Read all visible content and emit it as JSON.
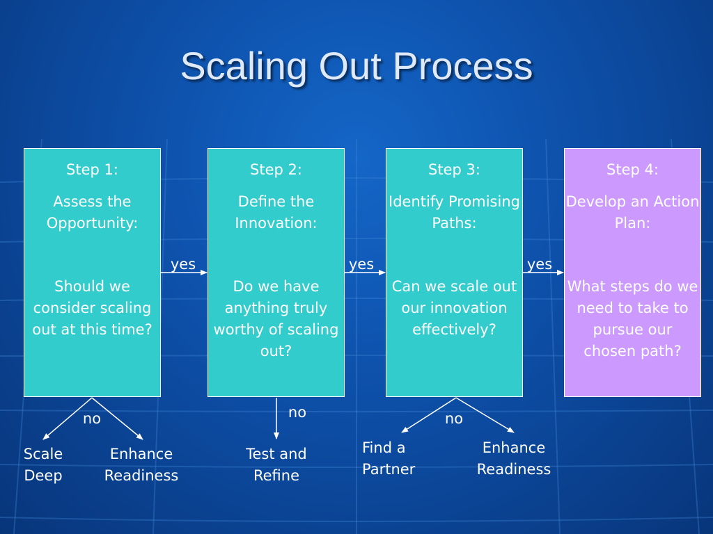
{
  "title": "Scaling Out Process",
  "steps": [
    {
      "label": "Step 1:",
      "heading": "Assess the Opportunity:",
      "question": "Should we consider scaling out at this time?",
      "color": "#33cccc"
    },
    {
      "label": "Step 2:",
      "heading": "Define the Innovation:",
      "question": "Do we have anything truly worthy of scaling out?",
      "color": "#33cccc"
    },
    {
      "label": "Step 3:",
      "heading": "Identify Promising Paths:",
      "question": "Can we scale out our innovation effectively?",
      "color": "#33cccc"
    },
    {
      "label": "Step 4:",
      "heading": "Develop an Action Plan:",
      "question": "What steps do we need to take to pursue our chosen path?",
      "color": "#cc99ff"
    }
  ],
  "yes_labels": [
    "yes",
    "yes",
    "yes"
  ],
  "no_labels": [
    "no",
    "no",
    "no"
  ],
  "outcomes": {
    "step1": [
      "Scale Deep",
      "Enhance Readiness"
    ],
    "step2": [
      "Test and Refine"
    ],
    "step3": [
      "Find a Partner",
      "Enhance Readiness"
    ]
  }
}
